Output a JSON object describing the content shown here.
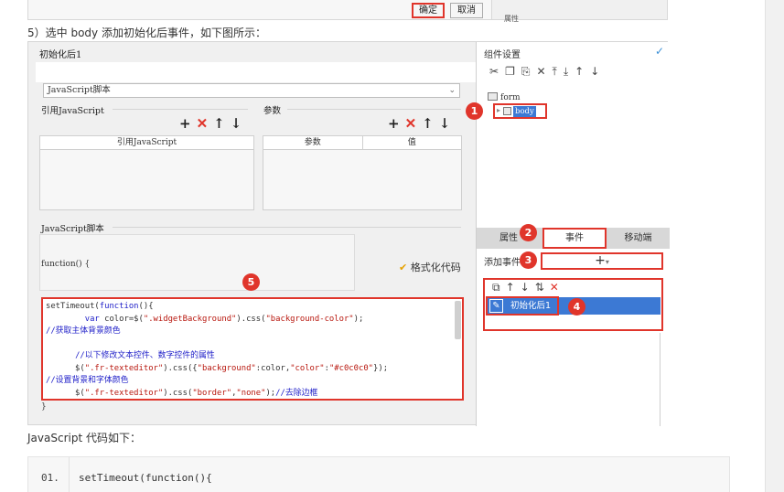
{
  "top_dialog": {
    "ok_label": "确定",
    "cancel_label": "取消",
    "side_label": "属性"
  },
  "step_text": "5）选中 body 添加初始化后事件，如下图所示：",
  "editor": {
    "title": "初始化后1",
    "script_type": "JavaScript脚本",
    "ref_section_label": "引用JavaScript",
    "param_section_label": "参数",
    "ref_table_header": "引用JavaScript",
    "param_table_headers": [
      "参数",
      "值"
    ],
    "script_section_label": "JavaScript脚本",
    "function_signature": "function() {",
    "format_button": "格式化代码",
    "code_lines": [
      {
        "parts": [
          {
            "t": "setTimeout(",
            "c": ""
          },
          {
            "t": "function",
            "c": "kw"
          },
          {
            "t": "(){",
            "c": ""
          }
        ]
      },
      {
        "parts": [
          {
            "t": "        ",
            "c": ""
          },
          {
            "t": "var",
            "c": "kw"
          },
          {
            "t": " color=$(",
            "c": ""
          },
          {
            "t": "\".widgetBackground\"",
            "c": "str"
          },
          {
            "t": ").css(",
            "c": ""
          },
          {
            "t": "\"background-color\"",
            "c": "str"
          },
          {
            "t": ");",
            "c": ""
          }
        ]
      },
      {
        "parts": [
          {
            "t": "//获取主体背景颜色",
            "c": "cm"
          }
        ]
      },
      {
        "parts": [
          {
            "t": "",
            "c": ""
          }
        ]
      },
      {
        "parts": [
          {
            "t": "      ",
            "c": ""
          },
          {
            "t": "//以下修改文本控件、数字控件的属性",
            "c": "cm"
          }
        ]
      },
      {
        "parts": [
          {
            "t": "      $(",
            "c": ""
          },
          {
            "t": "\".fr-texteditor\"",
            "c": "str"
          },
          {
            "t": ").css({",
            "c": ""
          },
          {
            "t": "\"background\"",
            "c": "str"
          },
          {
            "t": ":color,",
            "c": ""
          },
          {
            "t": "\"color\"",
            "c": "str"
          },
          {
            "t": ":",
            "c": ""
          },
          {
            "t": "\"#c0c0c0\"",
            "c": "str"
          },
          {
            "t": "});",
            "c": ""
          }
        ]
      },
      {
        "parts": [
          {
            "t": "//设置背景和字体颜色",
            "c": "cm"
          }
        ]
      },
      {
        "parts": [
          {
            "t": "      $(",
            "c": ""
          },
          {
            "t": "\".fr-texteditor\"",
            "c": "str"
          },
          {
            "t": ").css(",
            "c": ""
          },
          {
            "t": "\"border\"",
            "c": "str"
          },
          {
            "t": ",",
            "c": ""
          },
          {
            "t": "\"none\"",
            "c": "str"
          },
          {
            "t": ");",
            "c": ""
          },
          {
            "t": "//去除边框",
            "c": "cm"
          }
        ]
      }
    ],
    "closing_brace": "}"
  },
  "settings_panel": {
    "title": "组件设置",
    "tree": {
      "root": "form",
      "child": "body"
    },
    "tabs": [
      "属性",
      "事件",
      "移动端"
    ],
    "add_event_label": "添加事件",
    "event_item": "初始化后1"
  },
  "badges": [
    "1",
    "2",
    "3",
    "4",
    "5"
  ],
  "code_caption": "JavaScript 代码如下：",
  "code_block": {
    "line_number": "01.",
    "line_text": "setTimeout(function(){"
  },
  "colors": {
    "highlight_red": "#e0352b",
    "selection_blue": "#3c79d4"
  }
}
